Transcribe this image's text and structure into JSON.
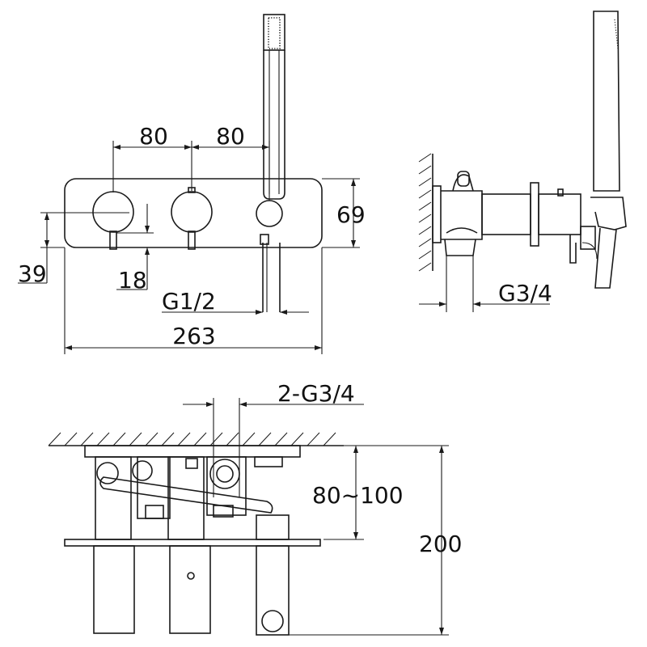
{
  "front_view": {
    "spacing_left": "80",
    "spacing_right": "80",
    "plate_height": "69",
    "knob_center_height": "39",
    "handle_offset": "18",
    "outlet_thread": "G1/2",
    "plate_width": "263"
  },
  "side_view": {
    "inlet_thread": "G3/4"
  },
  "top_view": {
    "inlet_threads": "2-G3/4",
    "depth_range": "80~100",
    "total_depth": "200"
  }
}
